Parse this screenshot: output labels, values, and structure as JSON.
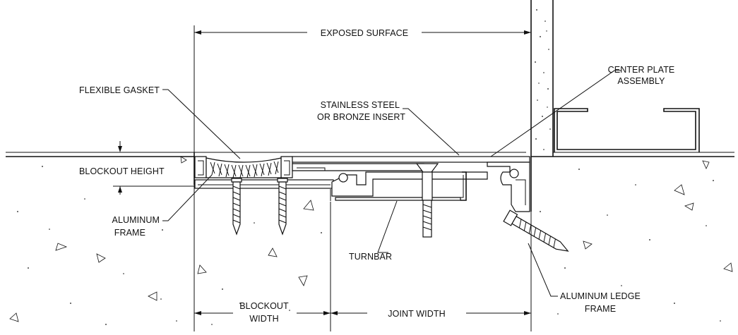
{
  "labels": {
    "exposed_surface": "EXPOSED SURFACE",
    "flexible_gasket": "FLEXIBLE GASKET",
    "center_plate_1": "CENTER PLATE",
    "center_plate_2": "ASSEMBLY",
    "stainless_1": "STAINLESS STEEL",
    "stainless_2": "OR BRONZE INSERT",
    "blockout_height": "BLOCKOUT HEIGHT",
    "aluminum_frame_1": "ALUMINUM",
    "aluminum_frame_2": "FRAME",
    "turnbar": "TURNBAR",
    "ledge_frame_1": "ALUMINUM LEDGE",
    "ledge_frame_2": "FRAME",
    "blockout_width_1": "BLOCKOUT",
    "blockout_width_2": "WIDTH",
    "joint_width": "JOINT WIDTH"
  },
  "colors": {
    "line": "#111111",
    "background": "#ffffff"
  }
}
